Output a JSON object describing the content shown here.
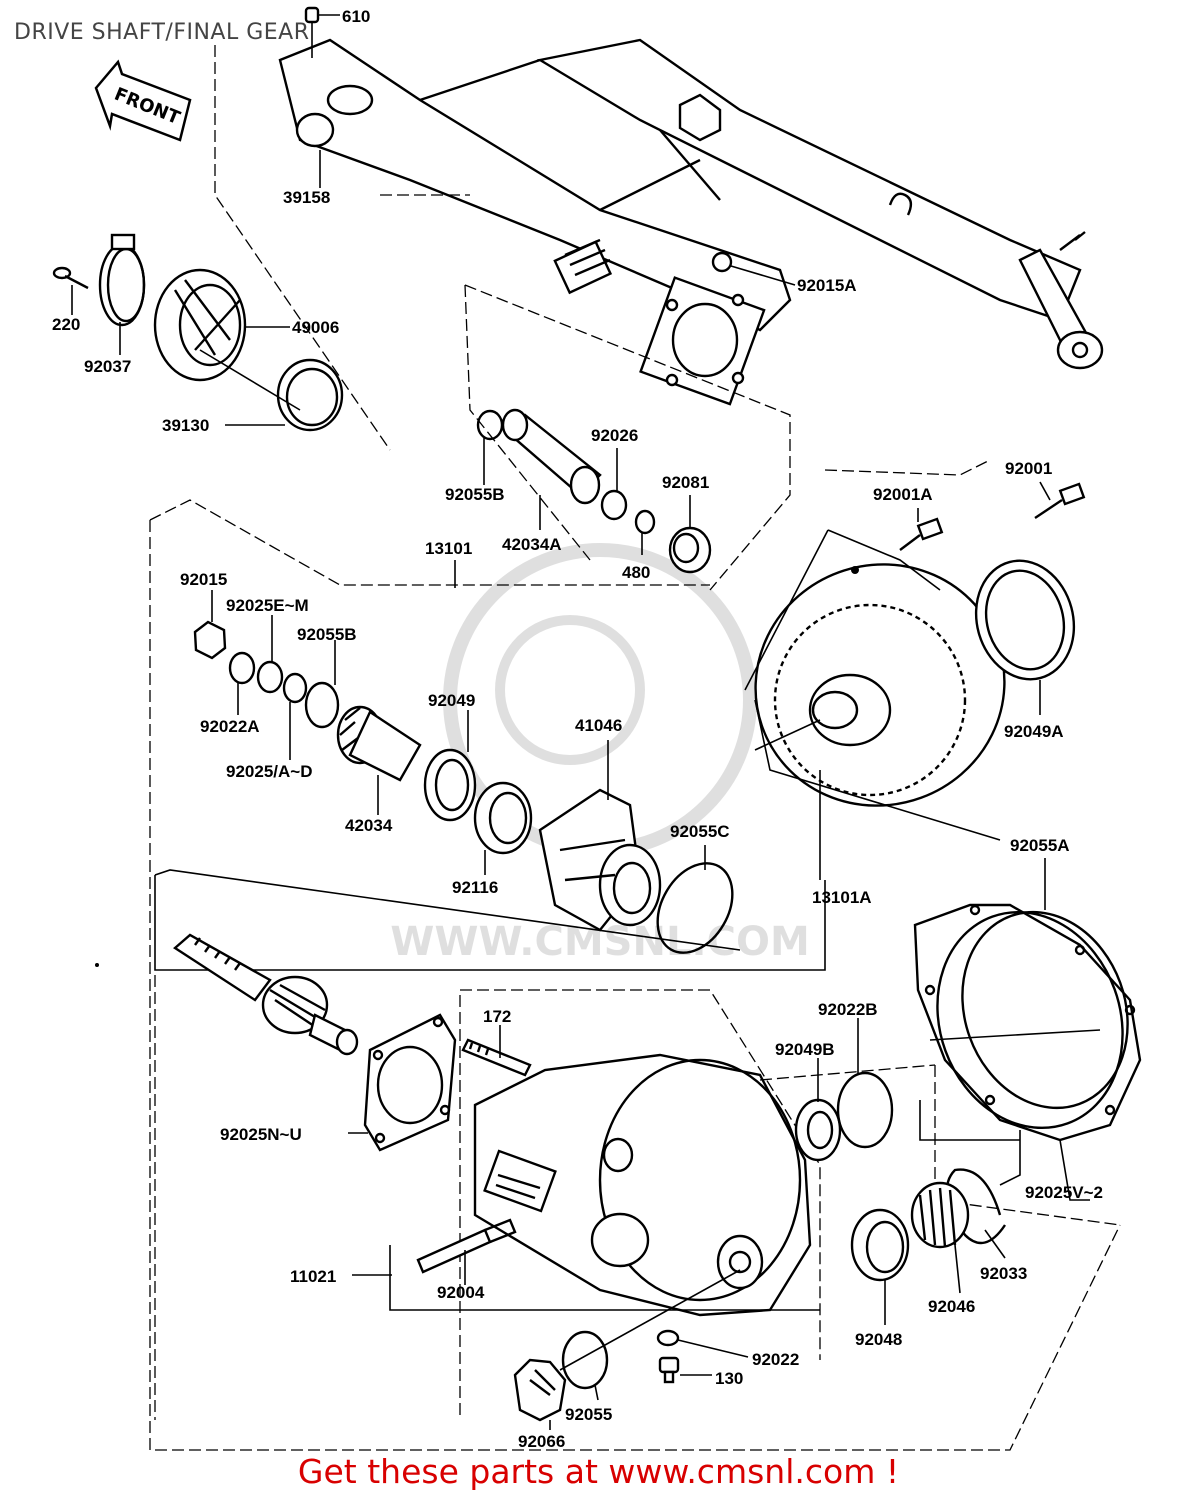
{
  "header": {
    "title": "DRIVE SHAFT/FINAL GEAR"
  },
  "footer": {
    "text": "Get these parts at www.cmsnl.com !"
  },
  "arrow": {
    "label": "FRONT"
  },
  "watermark": {
    "text": "WWW.CMSNL.COM"
  },
  "parts": {
    "p610": "610",
    "p39158": "39158",
    "p220": "220",
    "p49006": "49006",
    "p92037": "92037",
    "p39130": "39130",
    "p92015A": "92015A",
    "p92026": "92026",
    "p92081": "92081",
    "p92055B_top": "92055B",
    "p42034A": "42034A",
    "p480": "480",
    "p13101": "13101",
    "p92001A": "92001A",
    "p92001": "92001",
    "p92015": "92015",
    "p92025EM": "92025E~M",
    "p92055B": "92055B",
    "p92022A": "92022A",
    "p92025AD": "92025/A~D",
    "p92049": "92049",
    "p41046": "41046",
    "p42034": "42034",
    "p92116": "92116",
    "p92055C": "92055C",
    "p92049A": "92049A",
    "p13101A": "13101A",
    "p92055A": "92055A",
    "p172": "172",
    "p92022B": "92022B",
    "p92049B": "92049B",
    "p92025NU": "92025N~U",
    "p92025V2": "92025V~2",
    "p11021": "11021",
    "p92004": "92004",
    "p92033": "92033",
    "p92046": "92046",
    "p92048": "92048",
    "p92022": "92022",
    "p130": "130",
    "p92055": "92055",
    "p92066": "92066"
  }
}
